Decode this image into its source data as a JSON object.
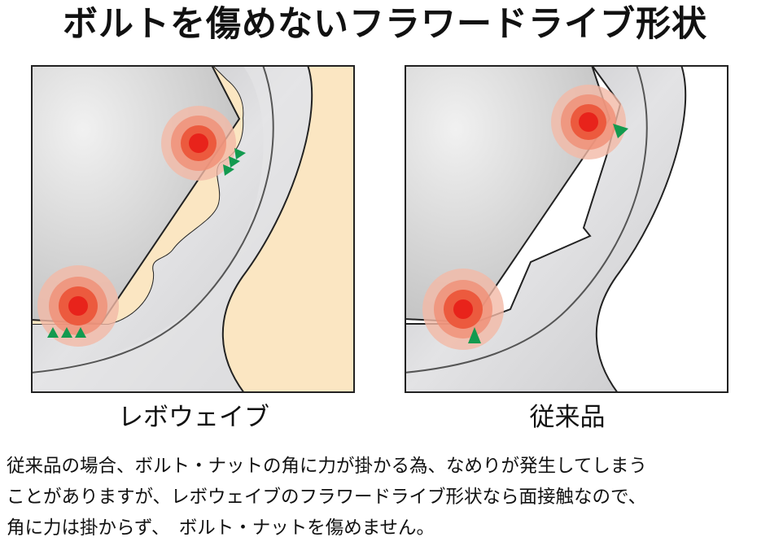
{
  "title": "ボルトを傷めないフラワードライブ形状",
  "panels": [
    {
      "caption": "レボウェイブ"
    },
    {
      "caption": "従来品"
    }
  ],
  "description": [
    "従来品の場合、ボルト・ナットの角に力が掛かる為、なめりが発生してしまう",
    "ことがありますが、レボウェイブのフラワードライブ形状なら面接触なので、",
    "角に力は掛からず、　ボルト・ナットを傷めません。"
  ],
  "colors": {
    "bolt_gray": "#d8d8d8",
    "socket_gray": "#c4c4c6",
    "contact_red": "#e8231b",
    "halo": "#f2b9a6",
    "arrow_green": "#139a4f",
    "flank_beige": "#fbe6c2"
  }
}
